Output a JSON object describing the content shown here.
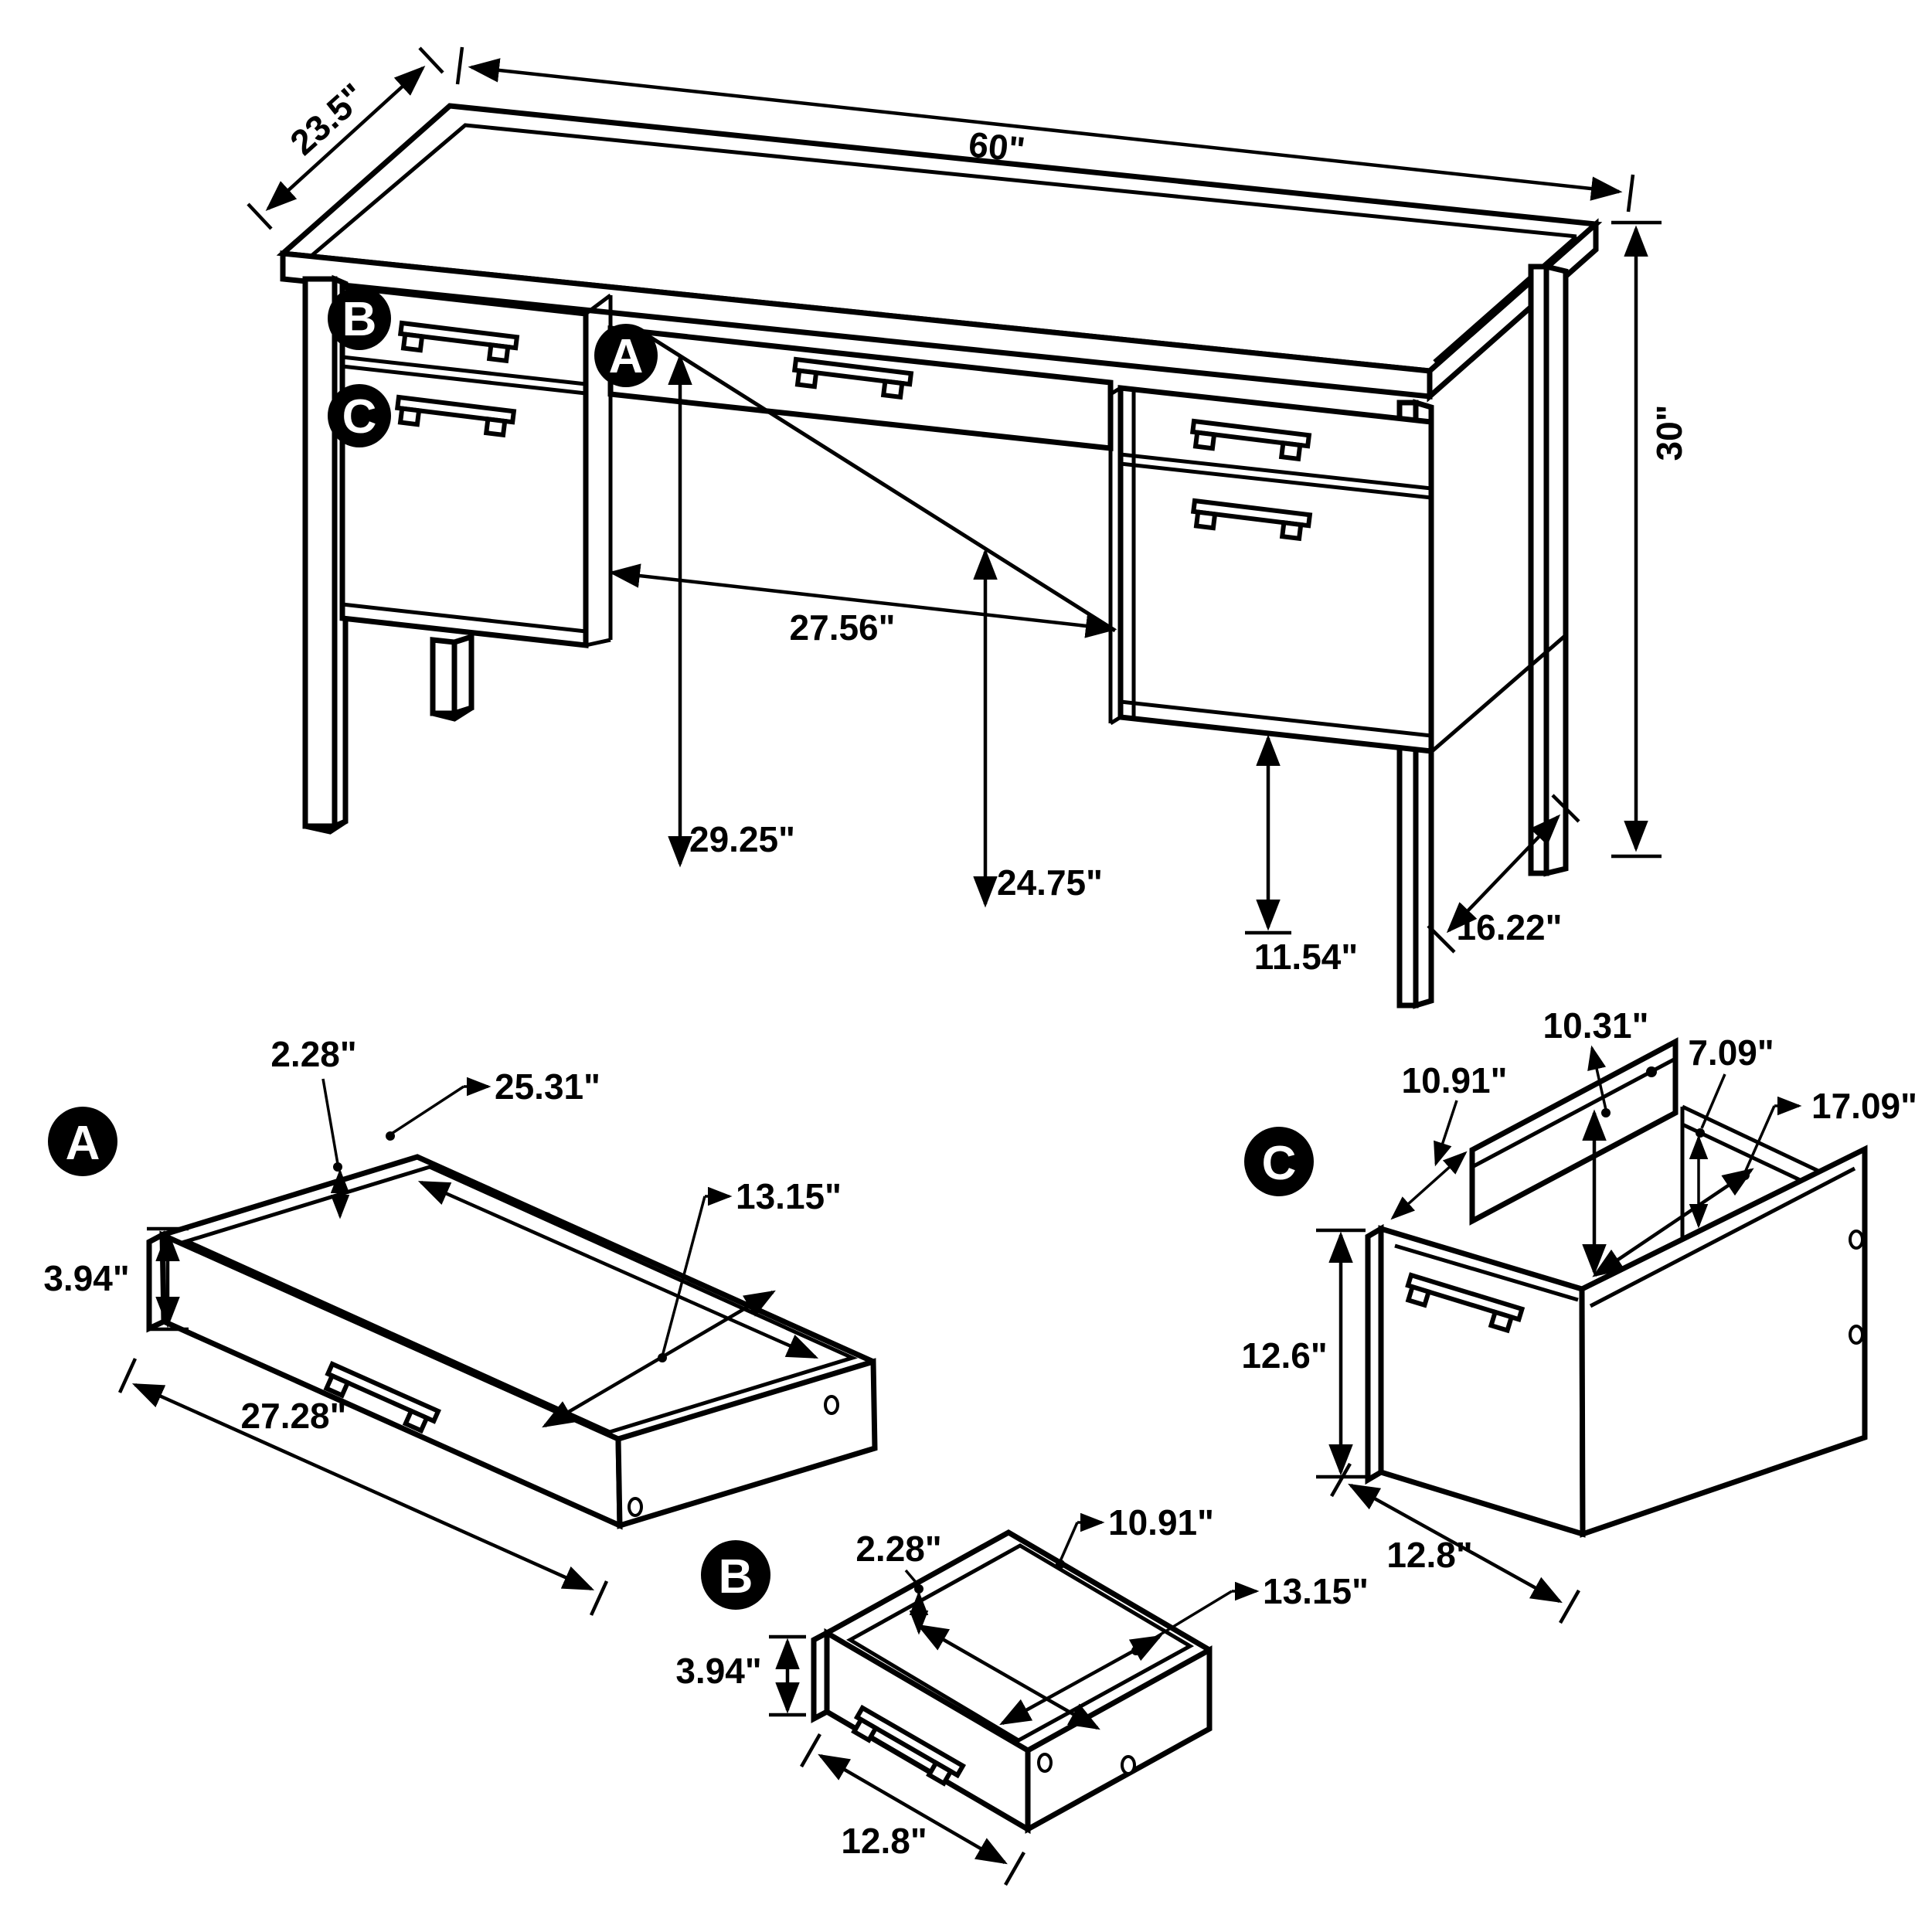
{
  "parts": {
    "a": "A",
    "b": "B",
    "c": "C"
  },
  "desk": {
    "width": "60\"",
    "depth": "23.5\"",
    "height": "30\"",
    "opening_width": "27.56\"",
    "back_clearance": "29.25\"",
    "front_clearance": "24.75\"",
    "pedestal_floor_clearance": "11.54\"",
    "leg_depth": "16.22\""
  },
  "drawer_a": {
    "front_height": "3.94\"",
    "front_width": "27.28\"",
    "back_rail_height": "2.28\"",
    "inner_length": "25.31\"",
    "inner_depth": "13.15\""
  },
  "drawer_b": {
    "front_height": "3.94\"",
    "front_width": "12.8\"",
    "back_rail_height": "2.28\"",
    "inner_width": "10.91\"",
    "inner_depth": "13.15\""
  },
  "cabinet_c": {
    "height": "12.6\"",
    "width": "12.8\"",
    "inner_width": "10.91\"",
    "inner_depth_top": "10.31\"",
    "divider_height": "7.09\"",
    "inner_depth": "17.09\""
  }
}
